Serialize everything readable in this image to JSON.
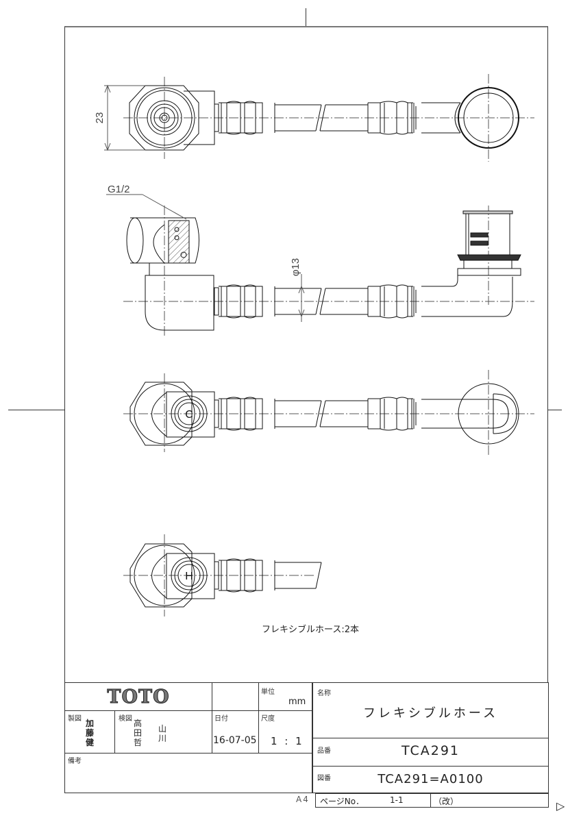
{
  "drawing": {
    "dimensions": {
      "height_label": "23",
      "thread_label": "G1/2",
      "diameter_label": "φ13"
    },
    "markings": {
      "cold_mark": "C",
      "hot_mark": "H"
    },
    "note": "フレキシブルホース:2本",
    "paper_size": "A4",
    "next_page_icon": "triangle-right-icon"
  },
  "title_block": {
    "logo": "TOTO",
    "projection_symbol": "third-angle-projection-icon",
    "unit_label": "単位",
    "unit_value": "mm",
    "drafter_label": "製図",
    "drafter_name": "加\n藤\n健",
    "checker_label": "検図",
    "checker_name_1": "高\n田\n哲",
    "checker_name_2": "山\n川",
    "date_label": "日付",
    "date_value": "16-07-05",
    "scale_label": "尺度",
    "scale_value": "1 : 1",
    "remarks_label": "備考",
    "name_label": "名称",
    "name_value": "フレキシブルホース",
    "part_no_label": "品番",
    "part_no_value": "TCA291",
    "drawing_no_label": "図番",
    "drawing_no_value": "TCA291=A0100",
    "page_label": "ページNo．",
    "page_value": "1-1",
    "revision_label": "（改）"
  }
}
